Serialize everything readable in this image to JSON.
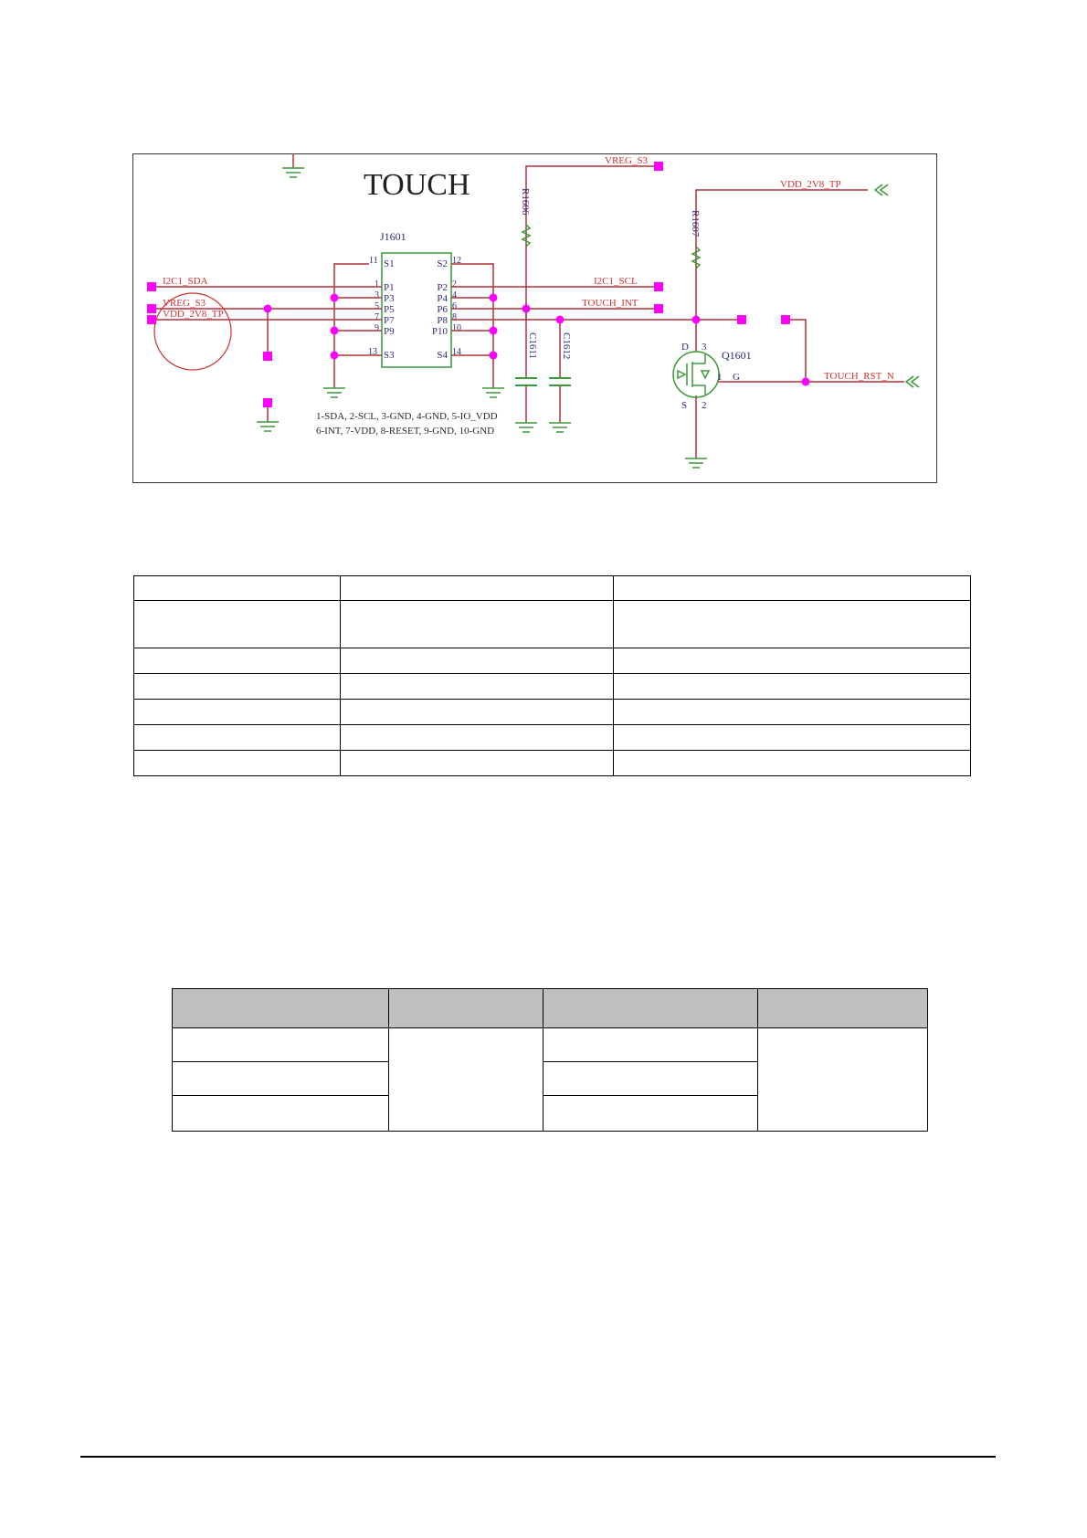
{
  "schematic": {
    "title": "TOUCH",
    "connector_ref": "J1601",
    "connector_pins_left": [
      "S1",
      "P1",
      "P3",
      "P5",
      "P7",
      "P9",
      "S3"
    ],
    "connector_pins_right": [
      "S2",
      "P2",
      "P4",
      "P6",
      "P8",
      "P10",
      "S4"
    ],
    "pin_numbers": {
      "n11": "11",
      "n1": "1",
      "n3": "3",
      "n5": "5",
      "n7": "7",
      "n9": "9",
      "n13": "13",
      "n12": "12",
      "n2": "2",
      "n4": "4",
      "n6": "6",
      "n8": "8",
      "n10": "10",
      "n14": "14"
    },
    "nets": {
      "i2c1_sda": "I2C1_SDA",
      "vreg_s3_left": "VREG_S3",
      "vdd_2v8_tp_left": "VDD_2V8_TP",
      "i2c1_scl": "I2C1_SCL",
      "touch_int": "TOUCH_INT",
      "vreg_s3_top": "VREG_S3",
      "vdd_2v8_tp_top": "VDD_2V8_TP",
      "touch_rst_n": "TOUCH_RST_N"
    },
    "components": {
      "r1606": "R1606",
      "r1607": "R1607",
      "c1611": "C1611",
      "c1612": "C1612",
      "q1601": "Q1601"
    },
    "q_pins": {
      "d": "D",
      "d_num": "3",
      "g_num": "1",
      "g": "G",
      "s": "S",
      "s_num": "2"
    },
    "pin_notes": [
      "1-SDA, 2-SCL, 3-GND, 4-GND, 5-IO_VDD",
      "6-INT, 7-VDD, 8-RESET, 9-GND, 10-GND"
    ],
    "colors": {
      "wire": "#b0303a",
      "component": "#3a9a3a",
      "pad": "#ff00ff",
      "label": "#d03030",
      "text": "#2a2a7a"
    }
  }
}
